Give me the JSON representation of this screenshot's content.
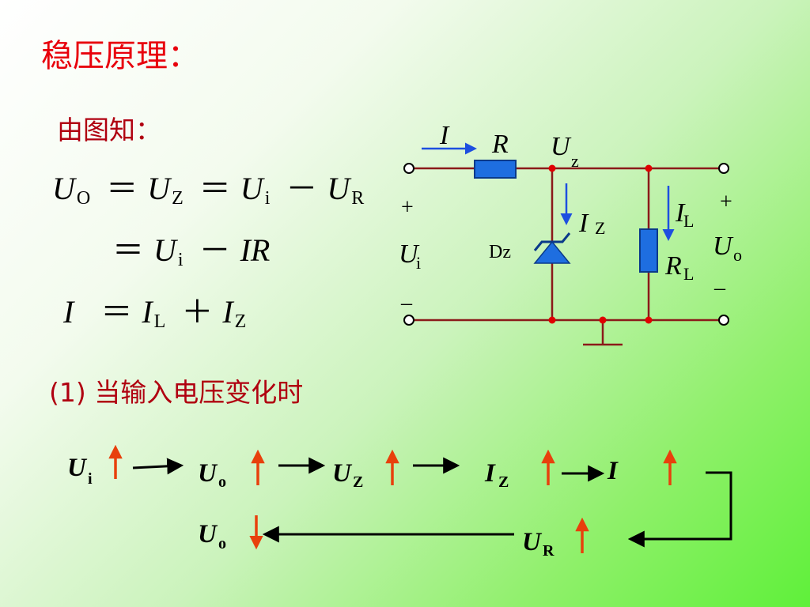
{
  "title": "稳压原理：",
  "subtitle": "由图知：",
  "equations": {
    "eq1": {
      "uo": "U",
      "uo_sub": "O",
      "uz": "U",
      "uz_sub": "Z",
      "ui": "U",
      "ui_sub": "i",
      "ur": "U",
      "ur_sub": "R",
      "eq": "＝",
      "minus": "－"
    },
    "eq2": {
      "eq": "＝",
      "ui": "U",
      "ui_sub": "i",
      "minus": "－",
      "ir": "IR"
    },
    "eq3": {
      "i": "I",
      "eq": "＝",
      "il": "I",
      "il_sub": "L",
      "plus": "＋",
      "iz": "I",
      "iz_sub": "Z"
    }
  },
  "circuit": {
    "current_I": "I",
    "resistor_R": "R",
    "uz": "U",
    "uz_sub": "z",
    "iz": "I",
    "iz_sub": "Z",
    "il": "I",
    "il_sub": "L",
    "plus_in": "+",
    "ui": "U",
    "ui_sub": "i",
    "minus_in": "–",
    "dz": "Dz",
    "rl": "R",
    "rl_sub": "L",
    "plus_out": "+",
    "uo": "U",
    "uo_sub": "o",
    "minus_out": "–"
  },
  "case_title": "(1)  当输入电压变化时",
  "chain": {
    "row1": [
      {
        "main": "U",
        "sub": "i"
      },
      {
        "main": "U",
        "sub": "o"
      },
      {
        "main": "U",
        "sub": "Z"
      },
      {
        "main": "I",
        "sub": "Z"
      },
      {
        "main": "I",
        "sub": ""
      }
    ],
    "row2": [
      {
        "main": "U",
        "sub": "o"
      },
      {
        "main": "U",
        "sub": "R"
      }
    ],
    "directions": {
      "row1": [
        "up",
        "up",
        "up",
        "up",
        "up"
      ],
      "row2": [
        "down",
        "up"
      ]
    }
  },
  "colors": {
    "title": "#e8000c",
    "text": "#b00010",
    "wire": "#8b1a1a",
    "node": "#e00000",
    "component": "#1e6ee0",
    "arrow_blue": "#1d4fe0",
    "arrow_orange": "#e8400c"
  }
}
